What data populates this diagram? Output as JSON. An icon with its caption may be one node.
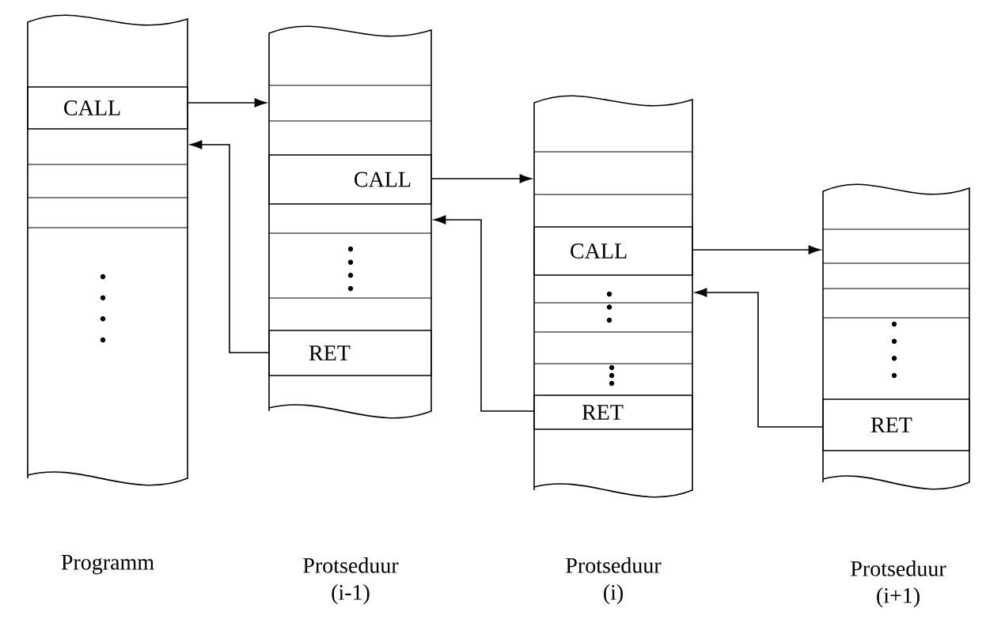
{
  "diagram": {
    "nodes": [
      {
        "text": [],
        "shape": "box"
      },
      {
        "text": [
          "CALL"
        ],
        "in": 0
      },
      {
        "text": [],
        "shape": "box"
      },
      {
        "text": [
          "CALL"
        ],
        "in": 2
      },
      {
        "text": [
          "RET"
        ],
        "in": 2
      },
      {
        "text": [],
        "shape": "box"
      },
      {
        "text": [
          "CALL"
        ],
        "in": 5
      },
      {
        "text": [
          "RET"
        ],
        "in": 5
      },
      {
        "text": [],
        "shape": "box"
      },
      {
        "text": [
          "RET"
        ],
        "in": 8
      }
    ],
    "edges": [
      {
        "from": 1,
        "to": 2,
        "arrow": "to"
      },
      {
        "from": 4,
        "to": 0,
        "arrow": "to"
      },
      {
        "from": 3,
        "to": 5,
        "arrow": "to"
      },
      {
        "from": 7,
        "to": 2,
        "arrow": "to"
      },
      {
        "from": 6,
        "to": 8,
        "arrow": "to"
      },
      {
        "from": 9,
        "to": 5,
        "arrow": "to"
      }
    ],
    "labels": [
      "Programm",
      "Protseduur (i-1)",
      "Protseduur (i)",
      "Protseduur (i+1)"
    ]
  }
}
